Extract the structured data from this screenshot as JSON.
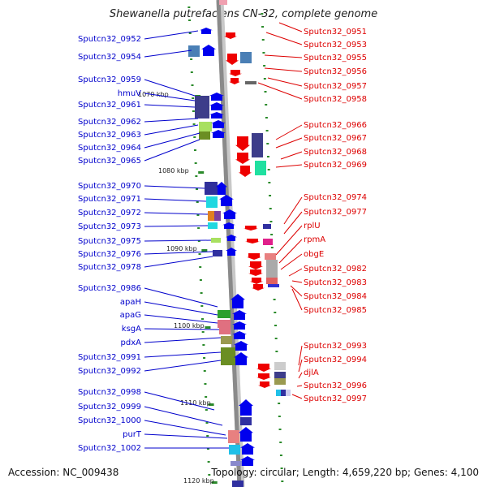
{
  "title": "Shewanella putrefaciens CN-32, complete genome",
  "accession": "Accession: NC_009438",
  "topology": "Topology: circular; Length: 4,659,220 bp; Genes: 4,100",
  "colors": {
    "left_label": "#0000cc",
    "right_label": "#dd0000",
    "fwd_gene": "#0000ee",
    "rev_gene": "#ee0000",
    "backbone": "#888888",
    "tick": "#2a8a2a"
  },
  "kbp_marks": [
    "1070 kbp",
    "1080 kbp",
    "1090 kbp",
    "1100 kbp",
    "1110 kbp",
    "1120 kbp"
  ],
  "left_genes": [
    "Sputcn32_0952",
    "Sputcn32_0954",
    "Sputcn32_0959",
    "hmuV",
    "Sputcn32_0961",
    "Sputcn32_0962",
    "Sputcn32_0963",
    "Sputcn32_0964",
    "Sputcn32_0965",
    "Sputcn32_0970",
    "Sputcn32_0971",
    "Sputcn32_0972",
    "Sputcn32_0973",
    "Sputcn32_0975",
    "Sputcn32_0976",
    "Sputcn32_0978",
    "Sputcn32_0986",
    "apaH",
    "apaG",
    "ksgA",
    "pdxA",
    "Sputcn32_0991",
    "Sputcn32_0992",
    "Sputcn32_0998",
    "Sputcn32_0999",
    "Sputcn32_1000",
    "purT",
    "Sputcn32_1002"
  ],
  "right_genes": [
    "Sputcn32_0951",
    "Sputcn32_0953",
    "Sputcn32_0955",
    "Sputcn32_0956",
    "Sputcn32_0957",
    "Sputcn32_0958",
    "Sputcn32_0966",
    "Sputcn32_0967",
    "Sputcn32_0968",
    "Sputcn32_0969",
    "Sputcn32_0974",
    "Sputcn32_0977",
    "rplU",
    "rpmA",
    "obgE",
    "Sputcn32_0982",
    "Sputcn32_0983",
    "Sputcn32_0984",
    "Sputcn32_0985",
    "Sputcn32_0993",
    "Sputcn32_0994",
    "djlA",
    "Sputcn32_0996",
    "Sputcn32_0997"
  ]
}
